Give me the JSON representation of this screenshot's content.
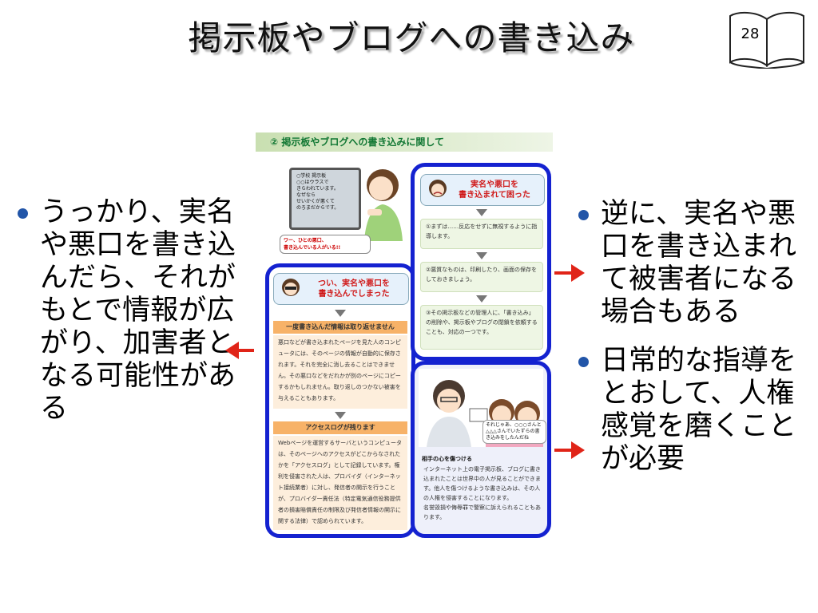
{
  "slide": {
    "title": "掲示板やブログへの書き込み",
    "page_number": "28"
  },
  "left_bullets": [
    "うっかり、実名や悪口を書き込んだら、それがもとで情報が広がり、加害者となる可能性がある"
  ],
  "right_bullets": [
    "逆に、実名や悪口を書き込まれて被害者になる場合もある",
    "日常的な指導をとおして、人権感覚を磨くことが必要"
  ],
  "panel": {
    "heading": "② 掲示板やブログへの書き込みに関して",
    "monitor_text": "○学校 掲示板\n○○はウラスで\nきらわれています。\nなぜなら\nせいかくが悪くて\nのろまだからです。",
    "bubble_text": "ワー、ひとの悪口、\n書き込んでいる人がいる!!",
    "left_column": {
      "card_title": "つい、実名や悪口を\n書き込んでしまった",
      "section1_header": "一度書き込んだ情報は取り返せません",
      "section1_body": "悪口などが書き込まれたページを見た人のコンピュータには、そのページの情報が自動的に保存されます。それを完全に消し去ることはできません。その悪口などをだれかが別のページにコピーするかもしれません。取り返しのつかない被害を与えることもあります。",
      "section2_header": "アクセスログが残ります",
      "section2_body": "Webページを運営するサーバというコンピュータは、そのページへのアクセスがどこからなされたかを「アクセスログ」として記録しています。権利を侵害された人は、プロバイダ（インターネット接続業者）に対し、発信者の開示を行うことが、プロバイダ一責任法（特定電気通信役務提供者の損害賠償責任の制限及び発信者情報の開示に関する法律）で認められています。"
    },
    "right_column": {
      "card_title": "実名や悪口を\n書き込まれて困った",
      "steps": [
        "①まずは……反応をせずに無視するように指導します。",
        "②悪質なものは、印刷したり、画面の保存をしておきましょう。",
        "③その掲示板などの管理人に、「書き込み」の削除や、掲示板やブログの閉鎖を依頼することも、対応の一つです。"
      ],
      "speech_text": "それじゃあ、○○○さんと△△△さんでいたずらの書き込みをしたんだね",
      "caption_title": "相手の心を傷つける",
      "caption_body": "インターネット上の電子掲示板、ブログに書き込まれたことは世界中の人が見ることができます。他人を傷つけるような書き込みは、その人の人権を侵害することになります。\n名誉毀損や侮辱罪で警察に訴えられることもあります。"
    }
  },
  "colors": {
    "bullet": "#2255a8",
    "arrow": "#e02418",
    "frame": "#1422d0",
    "section_header": "#f7b268"
  }
}
